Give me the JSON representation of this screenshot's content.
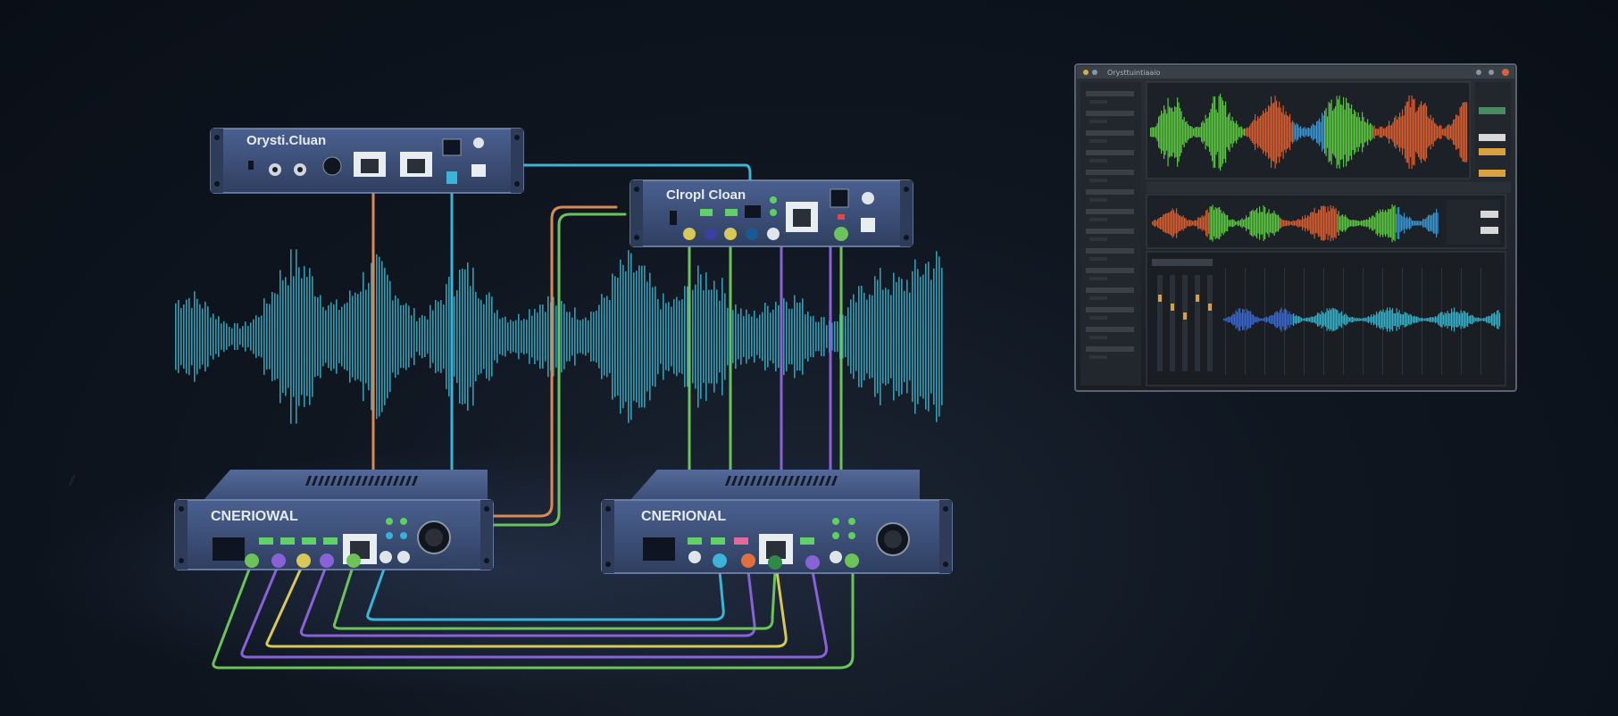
{
  "devices": {
    "top_left": {
      "label": "Orysti.Cluan"
    },
    "top_right": {
      "label": "Clropl Cloan"
    },
    "bottom_left": {
      "label": "CNERIOWAL"
    },
    "bottom_right": {
      "label": "CNERIONAL"
    }
  },
  "software_window": {
    "title": "Orysttuintiaaio"
  },
  "colors": {
    "background": "#0d131c",
    "chassis": "#3a4e74",
    "waveform": "#37b6cf",
    "cable_orange": "#d88a55",
    "cable_cyan": "#3bb4d8",
    "cable_green": "#6cc35a",
    "cable_yellow": "#d8c85a",
    "cable_purple": "#8a62d8"
  },
  "icons": [
    "rj45-port-icon",
    "xlr-connector-icon",
    "status-led-icon",
    "window-close-icon"
  ]
}
